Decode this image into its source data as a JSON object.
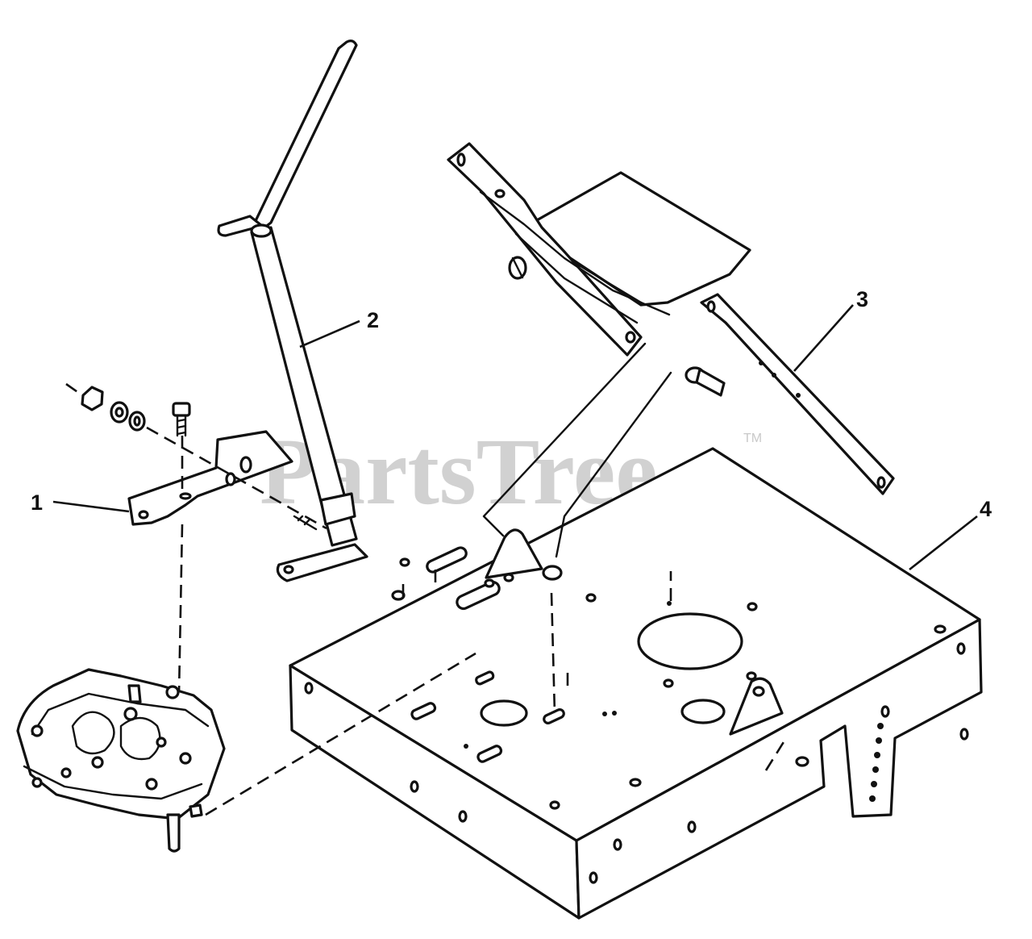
{
  "watermark": {
    "text": "PartsTree",
    "trademark": "TM"
  },
  "callouts": [
    {
      "id": "1",
      "label": "1"
    },
    {
      "id": "2",
      "label": "2"
    },
    {
      "id": "3",
      "label": "3"
    },
    {
      "id": "4",
      "label": "4"
    }
  ],
  "colors": {
    "ink": "#111111",
    "paper": "#ffffff",
    "watermark": "#c9c9c9"
  }
}
